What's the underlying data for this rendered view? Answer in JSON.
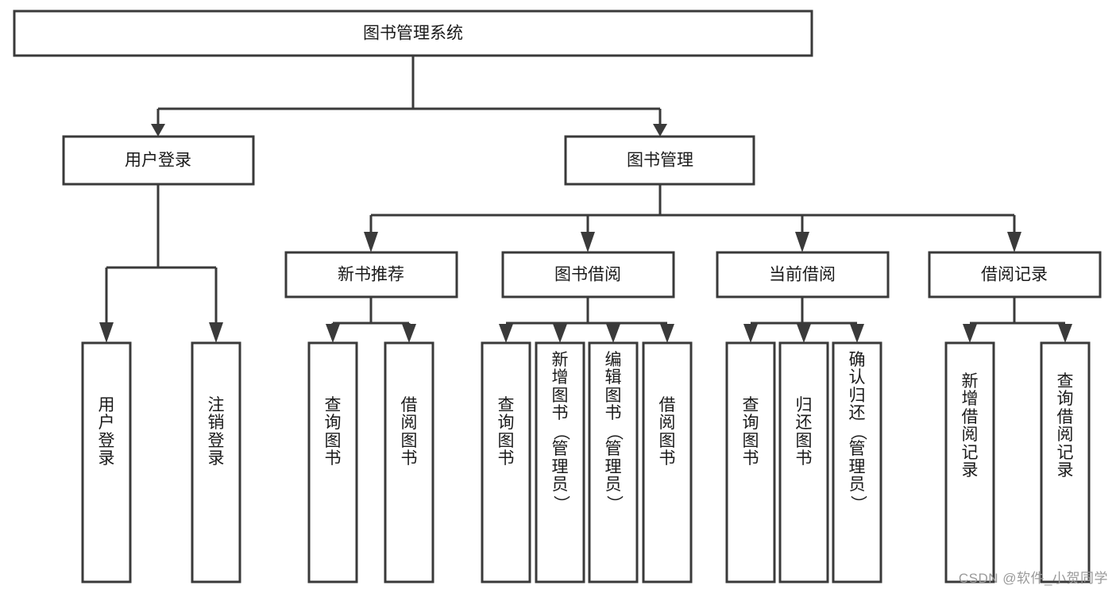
{
  "diagram": {
    "kind": "tree-hierarchy-chart",
    "title": "图书管理系统",
    "colors": {
      "stroke": "#3a3a3a",
      "fill": "#ffffff",
      "text": "#1a1a1a",
      "background": "#ffffff",
      "watermark": "#9a9a9a"
    },
    "root": {
      "label": "图书管理系统"
    },
    "level2": [
      {
        "label": "用户登录"
      },
      {
        "label": "图书管理"
      }
    ],
    "level3": [
      {
        "label": "新书推荐"
      },
      {
        "label": "图书借阅"
      },
      {
        "label": "当前借阅"
      },
      {
        "label": "借阅记录"
      }
    ],
    "leaves": {
      "user_login": [
        {
          "label": "用户登录"
        },
        {
          "label": "注销登录"
        }
      ],
      "new_book_recommend": [
        {
          "label": "查询图书"
        },
        {
          "label": "借阅图书"
        }
      ],
      "book_borrow": [
        {
          "label": "查询图书"
        },
        {
          "label": "新增图书（管理员）"
        },
        {
          "label": "编辑图书（管理员）"
        },
        {
          "label": "借阅图书"
        }
      ],
      "current_borrow": [
        {
          "label": "查询图书"
        },
        {
          "label": "归还图书"
        },
        {
          "label": "确认归还（管理员）"
        }
      ],
      "borrow_record": [
        {
          "label": "新增借阅记录"
        },
        {
          "label": "查询借阅记录"
        }
      ]
    }
  },
  "watermark": {
    "text": "CSDN @软件_小贺同学"
  }
}
